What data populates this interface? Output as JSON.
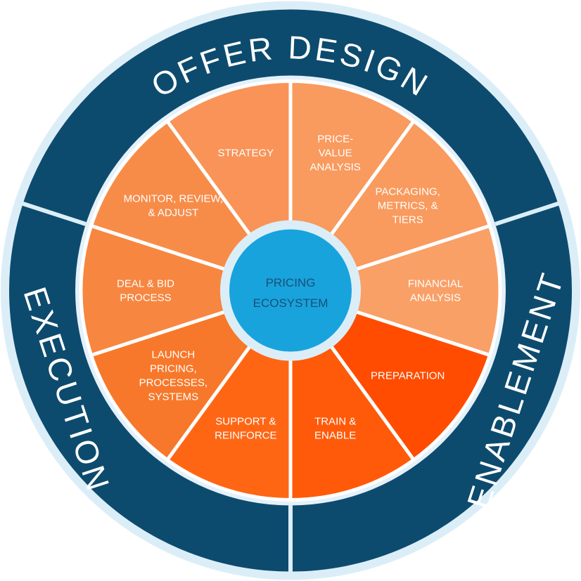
{
  "colors": {
    "outer_halo": "#dbeef8",
    "ring": "#0d4b6e",
    "divider": "#ffffff",
    "center_fill": "#18a3dd",
    "center_border": "#dbeef8",
    "center_text": "#1a4f74",
    "inner_halo": "#e4f1fa"
  },
  "ring_sections": [
    {
      "label": "OFFER DESIGN"
    },
    {
      "label": "ENABLEMENT"
    },
    {
      "label": "EXECUTION"
    }
  ],
  "center": {
    "line1": "PRICING",
    "line2": "ECOSYSTEM"
  },
  "segments": [
    {
      "lines": [
        "PRICE-",
        "VALUE",
        "ANALYSIS"
      ],
      "color": "#f99a5e"
    },
    {
      "lines": [
        "PACKAGING,",
        "METRICS, &",
        "TIERS"
      ],
      "color": "#f99a5e"
    },
    {
      "lines": [
        "FINANCIAL",
        "ANALYSIS"
      ],
      "color": "#f9a067"
    },
    {
      "lines": [
        "PREPARATION"
      ],
      "color": "#ff4c00"
    },
    {
      "lines": [
        "TRAIN &",
        "ENABLE"
      ],
      "color": "#ff5a0a"
    },
    {
      "lines": [
        "SUPPORT &",
        "REINFORCE"
      ],
      "color": "#ff6614"
    },
    {
      "lines": [
        "LAUNCH",
        "PRICING,",
        "PROCESSES,",
        "SYSTEMS"
      ],
      "color": "#f7782a"
    },
    {
      "lines": [
        "DEAL & BID",
        "PROCESS"
      ],
      "color": "#f78640"
    },
    {
      "lines": [
        "MONITOR, REVIEW,",
        "& ADJUST"
      ],
      "color": "#f78c49"
    },
    {
      "lines": [
        "STRATEGY"
      ],
      "color": "#f99358"
    }
  ]
}
